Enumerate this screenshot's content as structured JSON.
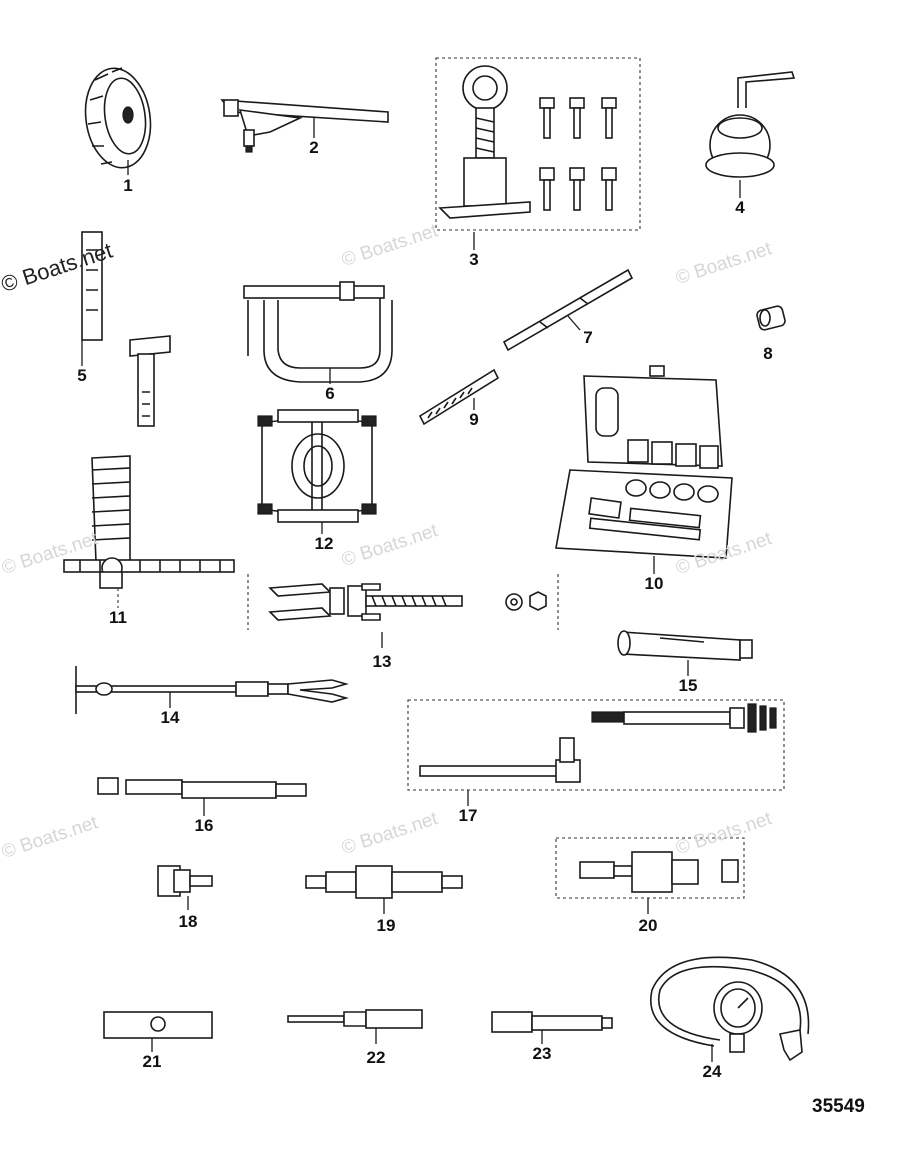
{
  "watermark": {
    "text": "© Boats.net",
    "main_text": "© Boats.net"
  },
  "diagram_number": "35549",
  "parts": [
    {
      "id": "1",
      "icon": "flywheel-holder-icon"
    },
    {
      "id": "2",
      "icon": "puller-bar-icon"
    },
    {
      "id": "3",
      "icon": "lifting-eye-kit-icon"
    },
    {
      "id": "4",
      "icon": "gauge-fixture-icon"
    },
    {
      "id": "5",
      "icon": "driver-rod-icon"
    },
    {
      "id": "6",
      "icon": "clamp-frame-icon"
    },
    {
      "id": "7",
      "icon": "long-rod-icon"
    },
    {
      "id": "8",
      "icon": "small-cap-icon"
    },
    {
      "id": "9",
      "icon": "spring-tool-icon"
    },
    {
      "id": "10",
      "icon": "tool-case-icon"
    },
    {
      "id": "11",
      "icon": "alignment-gauge-icon"
    },
    {
      "id": "12",
      "icon": "bearing-separator-icon"
    },
    {
      "id": "13",
      "icon": "puller-jaw-kit-icon"
    },
    {
      "id": "14",
      "icon": "slide-hammer-icon"
    },
    {
      "id": "15",
      "icon": "socket-tool-icon"
    },
    {
      "id": "16",
      "icon": "installer-rod-icon"
    },
    {
      "id": "17",
      "icon": "shift-tool-kit-icon"
    },
    {
      "id": "18",
      "icon": "fitting-adapter-icon"
    },
    {
      "id": "19",
      "icon": "mandrel-icon"
    },
    {
      "id": "20",
      "icon": "coupler-adapter-icon"
    },
    {
      "id": "21",
      "icon": "block-plate-icon"
    },
    {
      "id": "22",
      "icon": "screwdriver-icon"
    },
    {
      "id": "23",
      "icon": "punch-tool-icon"
    },
    {
      "id": "24",
      "icon": "pressure-gauge-icon"
    }
  ]
}
